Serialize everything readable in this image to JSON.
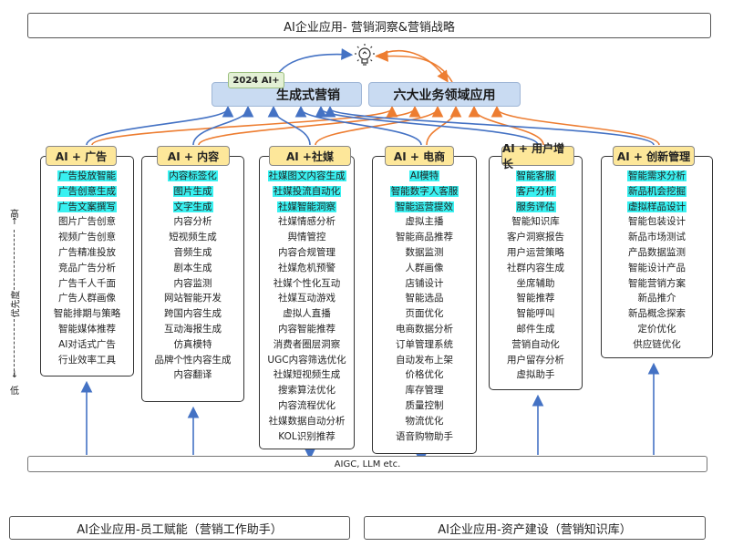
{
  "title": "AI企业应用- 营销洞察&营销战略",
  "tag": "2024 AI+",
  "gen_box": "生成式营销",
  "six_box": "六大业务领域应用",
  "aigc": "AIGC, LLM etc.",
  "footer_left": "AI企业应用-员工赋能（营销工作助手）",
  "footer_right": "AI企业应用-资产建设（营销知识库）",
  "axis": {
    "high": "高",
    "low": "低",
    "label": "优先度"
  },
  "colors": {
    "header": "#fde79a",
    "highlight": "#39f1f1",
    "blue_box": "#c9dbf2",
    "arrow_blue": "#4472c4",
    "arrow_orange": "#ed7d31"
  },
  "icons": {
    "bulb": "lightbulb-icon"
  },
  "columns": [
    {
      "header": "AI + 广告",
      "items": [
        {
          "text": "广告投放智能",
          "hl": true
        },
        {
          "text": "广告创意生成",
          "hl": true
        },
        {
          "text": "广告文案撰写",
          "hl": true
        },
        {
          "text": "图片广告创意"
        },
        {
          "text": "视频广告创意"
        },
        {
          "text": "广告精准投放"
        },
        {
          "text": "竞品广告分析"
        },
        {
          "text": "广告千人千面"
        },
        {
          "text": "广告人群画像"
        },
        {
          "text": "智能排期与策略"
        },
        {
          "text": "智能媒体推荐"
        },
        {
          "text": "AI对话式广告"
        },
        {
          "text": "行业效率工具"
        }
      ]
    },
    {
      "header": "AI + 内容",
      "items": [
        {
          "text": "内容标签化",
          "hl": true
        },
        {
          "text": "图片生成",
          "hl": true
        },
        {
          "text": "文字生成",
          "hl": true
        },
        {
          "text": "内容分析"
        },
        {
          "text": "短视频生成"
        },
        {
          "text": "音频生成"
        },
        {
          "text": "剧本生成"
        },
        {
          "text": "内容监测"
        },
        {
          "text": "网站智能开发"
        },
        {
          "text": "跨国内容生成"
        },
        {
          "text": "互动海报生成"
        },
        {
          "text": "仿真模特"
        },
        {
          "text": "品牌个性内容生成"
        },
        {
          "text": "内容翻译"
        }
      ]
    },
    {
      "header": "AI +社媒",
      "items": [
        {
          "text": "社媒图文内容生成",
          "hl": true
        },
        {
          "text": "社媒投流自动化",
          "hl": true
        },
        {
          "text": "社媒智能洞察",
          "hl": true
        },
        {
          "text": "社媒情感分析"
        },
        {
          "text": "舆情管控"
        },
        {
          "text": "内容合规管理"
        },
        {
          "text": "社媒危机预警"
        },
        {
          "text": "社媒个性化互动"
        },
        {
          "text": "社媒互动游戏"
        },
        {
          "text": "虚拟人直播"
        },
        {
          "text": "内容智能推荐"
        },
        {
          "text": "消费者圈层洞察"
        },
        {
          "text": "UGC内容筛选优化"
        },
        {
          "text": "社媒短视频生成"
        },
        {
          "text": "搜索算法优化"
        },
        {
          "text": "内容流程优化"
        },
        {
          "text": "社媒数据自动分析"
        },
        {
          "text": "KOL识别推荐"
        }
      ]
    },
    {
      "header": "AI + 电商",
      "items": [
        {
          "text": "AI模特",
          "hl": true
        },
        {
          "text": "智能数字人客服",
          "hl": true
        },
        {
          "text": "智能运营提效",
          "hl": true
        },
        {
          "text": "虚拟主播"
        },
        {
          "text": "智能商品推荐"
        },
        {
          "text": "数据监测"
        },
        {
          "text": "人群画像"
        },
        {
          "text": "店铺设计"
        },
        {
          "text": "智能选品"
        },
        {
          "text": "页面优化"
        },
        {
          "text": "电商数据分析"
        },
        {
          "text": "订单管理系统"
        },
        {
          "text": "自动发布上架"
        },
        {
          "text": "价格优化"
        },
        {
          "text": "库存管理"
        },
        {
          "text": "质量控制"
        },
        {
          "text": "物流优化"
        },
        {
          "text": "语音购物助手"
        }
      ]
    },
    {
      "header": "AI + 用户增长",
      "items": [
        {
          "text": "智能客服",
          "hl": true
        },
        {
          "text": "客户分析",
          "hl": true
        },
        {
          "text": "服务评估",
          "hl": true
        },
        {
          "text": "智能知识库"
        },
        {
          "text": "客户洞察报告"
        },
        {
          "text": "用户运营策略"
        },
        {
          "text": "社群内容生成"
        },
        {
          "text": "坐席辅助"
        },
        {
          "text": "智能推荐"
        },
        {
          "text": "智能呼叫"
        },
        {
          "text": "邮件生成"
        },
        {
          "text": "营销自动化"
        },
        {
          "text": "用户留存分析"
        },
        {
          "text": "虚拟助手"
        }
      ]
    },
    {
      "header": "AI + 创新管理",
      "items": [
        {
          "text": "智能需求分析",
          "hl": true
        },
        {
          "text": "新品机会挖掘",
          "hl": true
        },
        {
          "text": "虚拟样品设计",
          "hl": true
        },
        {
          "text": "智能包装设计"
        },
        {
          "text": "新品市场测试"
        },
        {
          "text": "产品数据监测"
        },
        {
          "text": "智能设计产品"
        },
        {
          "text": "智能营销方案"
        },
        {
          "text": "新品推介"
        },
        {
          "text": "新品概念探索"
        },
        {
          "text": "定价优化"
        },
        {
          "text": "供应链优化"
        }
      ]
    }
  ]
}
